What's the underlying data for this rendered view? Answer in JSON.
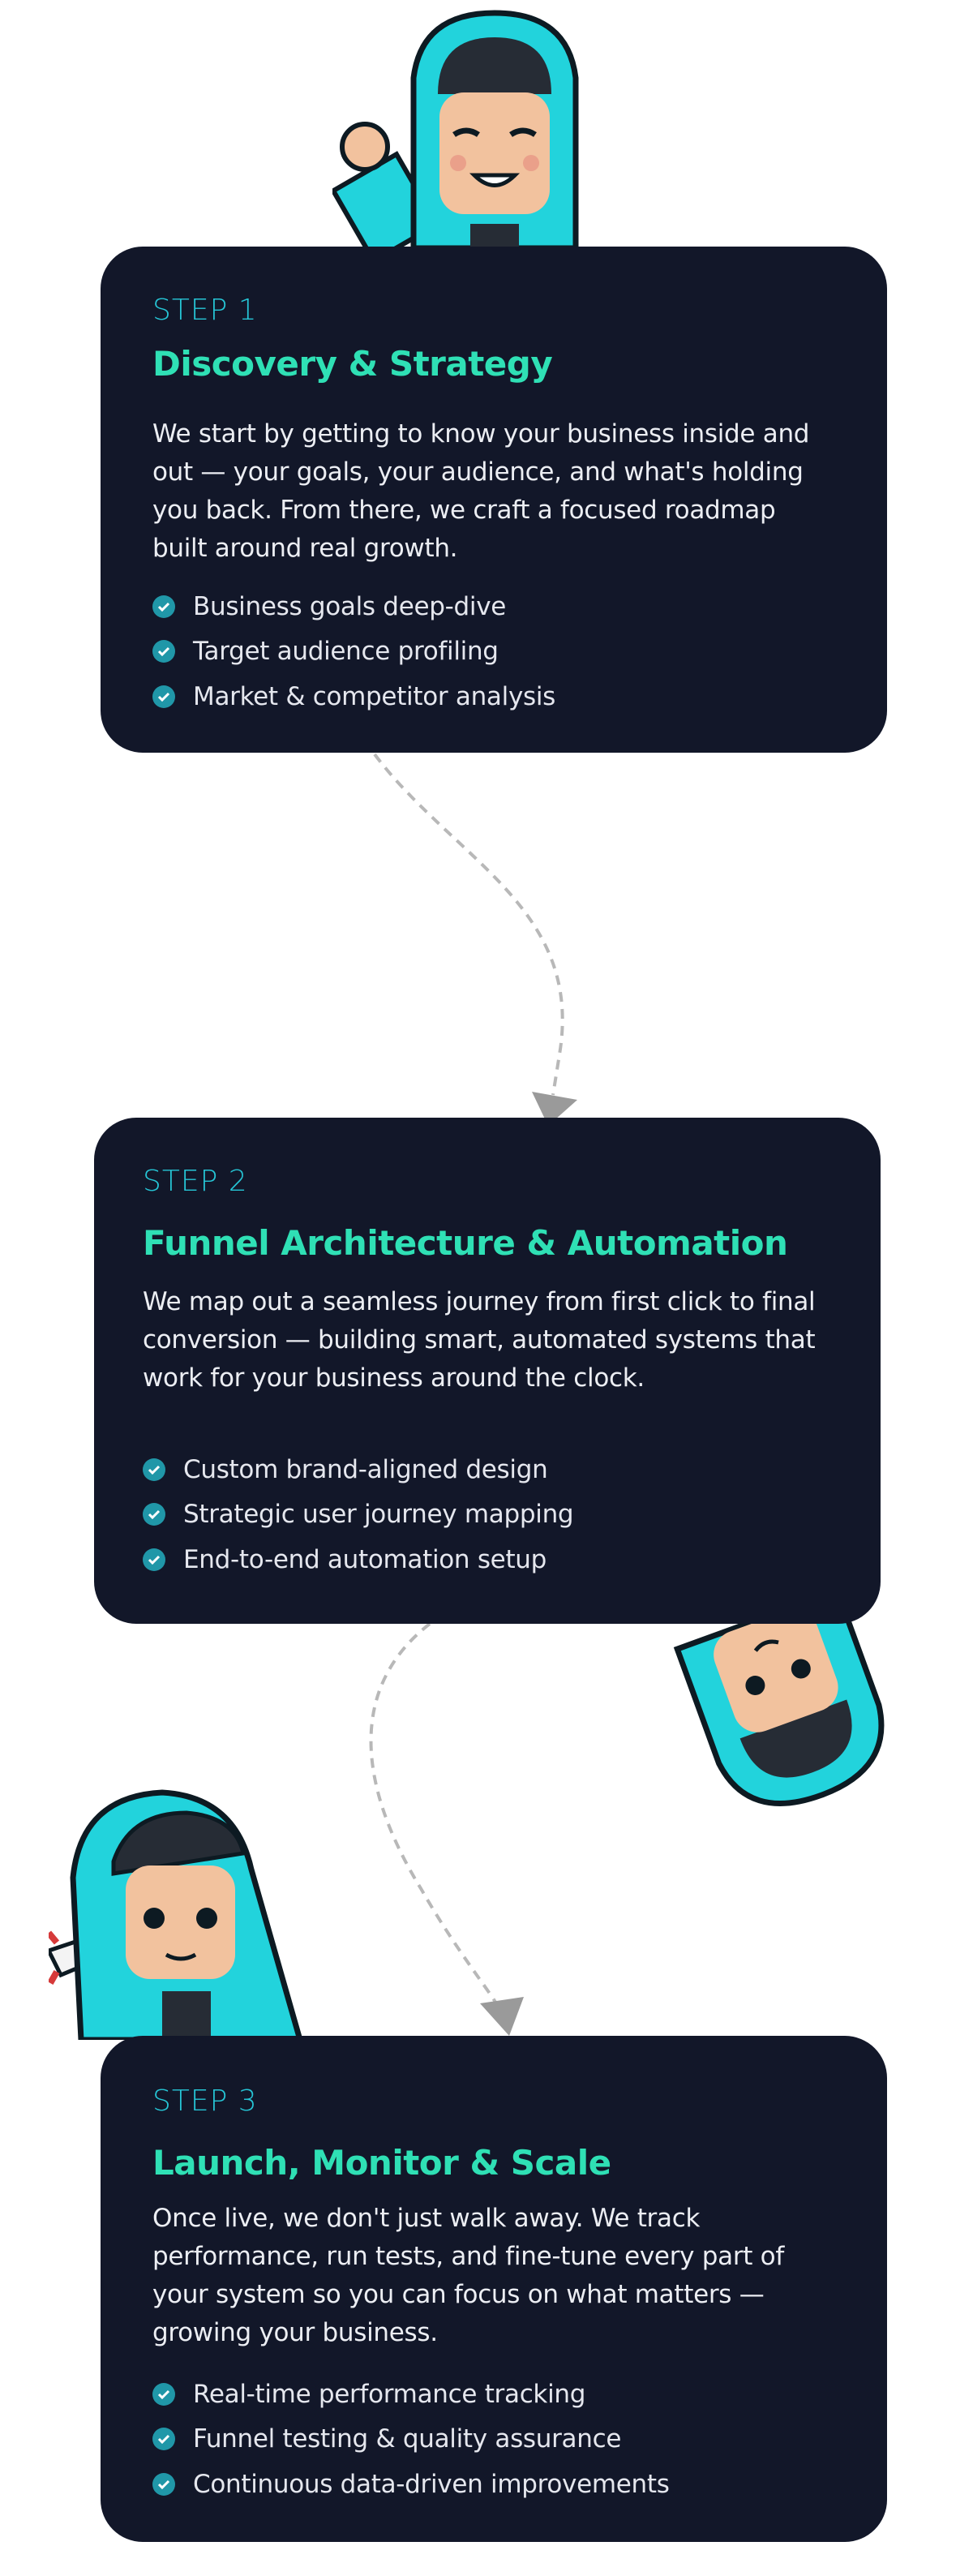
{
  "steps": [
    {
      "label": "STEP 1",
      "title": "Discovery & Strategy",
      "body": "We start by getting to know your business inside and out — your goals, your audience, and what's holding you back. From there, we craft a focused roadmap built around real growth.",
      "bullets": [
        "Business goals deep-dive",
        "Target audience profiling",
        "Market & competitor analysis"
      ]
    },
    {
      "label": "STEP 2",
      "title": "Funnel Architecture & Automation",
      "body": "We map out a seamless journey from first click to final conversion — building smart, automated systems that work for your business around the clock.",
      "bullets": [
        "Custom brand-aligned design",
        "Strategic user journey mapping",
        "End-to-end automation setup"
      ]
    },
    {
      "label": "STEP 3",
      "title": "Launch, Monitor & Scale",
      "body": "Once live, we don't just walk away. We track performance, run tests, and fine-tune every part of your system so you can focus on what matters — growing your business.",
      "bullets": [
        "Real-time performance tracking",
        "Funnel testing & quality assurance",
        "Continuous data-driven improvements"
      ]
    }
  ],
  "colors": {
    "card": "#121729",
    "step": "#26c6d6",
    "title": "#2fe0b5",
    "check": "#2097a8",
    "hoodie": "#22d3dc"
  }
}
